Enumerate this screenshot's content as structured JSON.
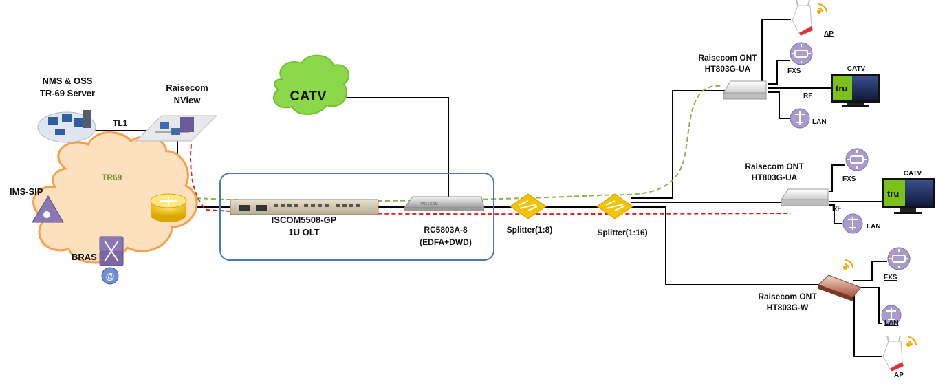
{
  "colors": {
    "fiber": "#000000",
    "tr69": "#8db04a",
    "signal": "#e02020",
    "cloud_outer": "#f6a04a",
    "cloud_inner": "#fde1bf",
    "catv_cloud": "#8bd84a",
    "olt_box": "#4a78b0",
    "splitter": "#f2c400",
    "purple": "#8a78b6",
    "wifi": "#f0a800"
  },
  "labels": {
    "nms_line1": "NMS & OSS",
    "nms_line2": "TR-69 Server",
    "nview_line1": "Raisecom",
    "nview_line2": "NView",
    "tl1": "TL1",
    "tr69": "TR69",
    "ims": "IMS-SIP",
    "bras": "BRAS",
    "catv_cloud": "CATV",
    "olt_line1": "ISCOM5508-GP",
    "olt_line2": "1U OLT",
    "edfa_line1": "RC5803A-8",
    "edfa_line2": "(EDFA+DWD)",
    "splitter1": "Splitter(1:8)",
    "splitter2": "Splitter(1:16)",
    "ont1_line1": "Raisecom ONT",
    "ont1_line2": "HT803G-UA",
    "ont2_line1": "Raisecom ONT",
    "ont2_line2": "HT803G-UA",
    "ont3_line1": "Raisecom ONT",
    "ont3_line2": "HT803G-W",
    "ap_top": "AP",
    "fxs1": "FXS",
    "catv1": "CATV",
    "rf1": "RF",
    "lan1": "LAN",
    "fxs2": "FXS",
    "catv2": "CATV",
    "rf2": "RF",
    "lan2": "LAN",
    "fxs3": "FXS",
    "lan3": "LAN",
    "ap_bottom": "AP",
    "tv_brand": "tru",
    "olt_brand": "RAISECOM"
  }
}
